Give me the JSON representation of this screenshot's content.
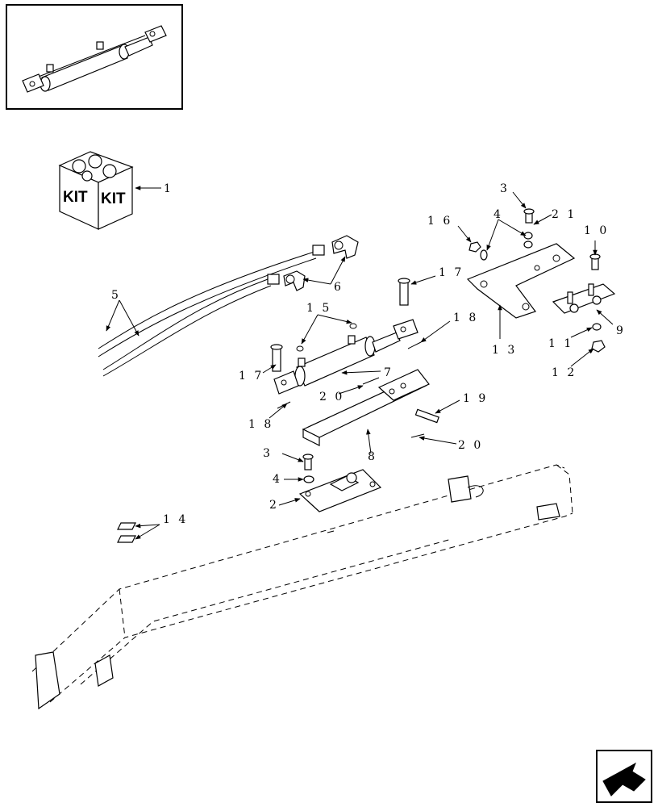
{
  "kit": {
    "left_label": "KIT",
    "right_label": "KIT"
  },
  "callouts": {
    "c1": "1",
    "c2": "2",
    "c3a": "3",
    "c3b": "3",
    "c4a": "4",
    "c4b": "4",
    "c5": "5",
    "c6": "6",
    "c7": "7",
    "c8": "8",
    "c9": "9",
    "c10": "1 0",
    "c11": "1 1",
    "c12": "1 2",
    "c13": "1 3",
    "c14": "1 4",
    "c15": "1 5",
    "c16": "1 6",
    "c17a": "1 7",
    "c17b": "1 7",
    "c18a": "1 8",
    "c18b": "1 8",
    "c19": "1 9",
    "c20a": "2 0",
    "c20b": "2 0",
    "c21": "2 1"
  },
  "icons": {
    "inset": "hydraulic-cylinder-icon",
    "nav": "next-page-arrow-icon"
  }
}
